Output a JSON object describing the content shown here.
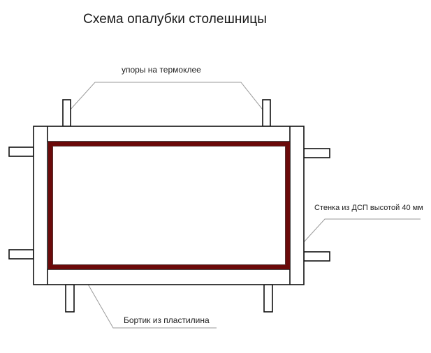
{
  "title": "Схема опалубки столешницы",
  "labels": {
    "stops": "упоры на термоклее",
    "wall": "Стенка из ДСП высотой 40 мм",
    "rim": "Бортик из пластилина"
  },
  "colors": {
    "line": "#111111",
    "plasticine": "#6b0a0a",
    "leader": "#9a9a9a",
    "background": "#ffffff"
  }
}
